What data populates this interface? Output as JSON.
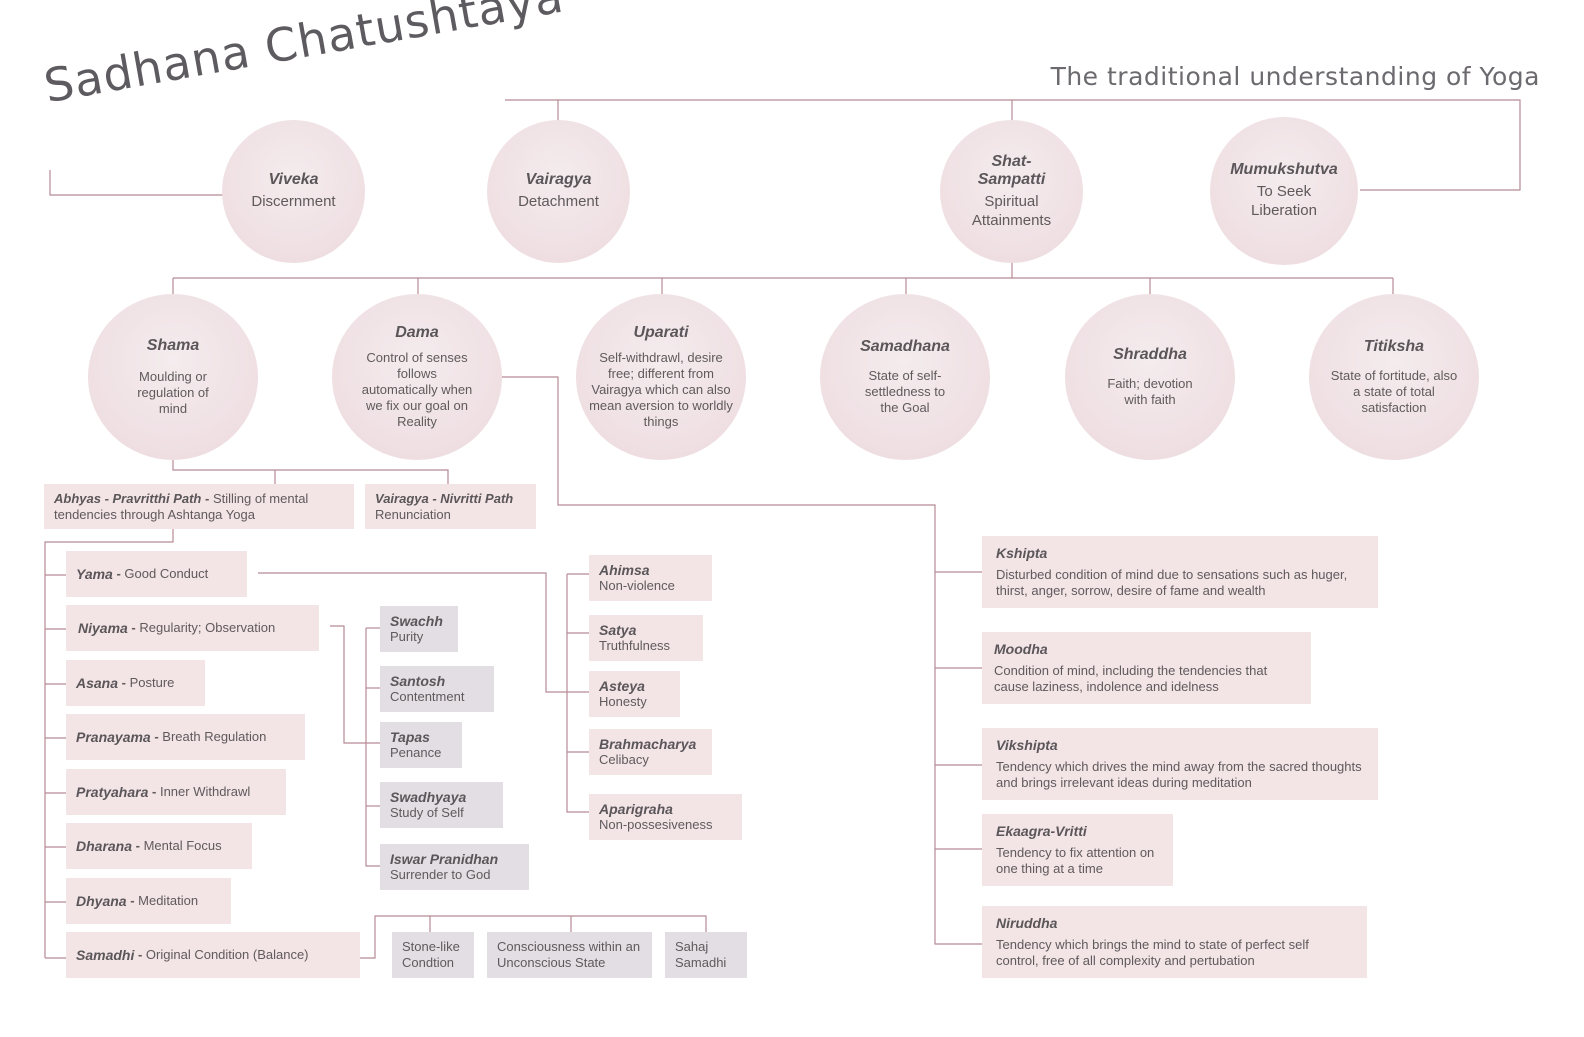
{
  "title": "Sadhana Chatushtaya",
  "subtitle": "The traditional understanding of Yoga",
  "pillars": [
    {
      "name": "Viveka",
      "desc": "Discernment"
    },
    {
      "name": "Vairagya",
      "desc": "Detachment"
    },
    {
      "name": "Shat-Sampatti",
      "desc": "Spiritual Attainments"
    },
    {
      "name": "Mumukshutva",
      "desc": "To Seek Liberation"
    }
  ],
  "sampatti": [
    {
      "name": "Shama",
      "desc": "Moulding or regulation of mind"
    },
    {
      "name": "Dama",
      "desc": "Control of senses follows automatically when we fix our goal on Reality"
    },
    {
      "name": "Uparati",
      "desc": "Self-withdrawl, desire free; different from Vairagya which can also mean aversion to worldly things"
    },
    {
      "name": "Samadhana",
      "desc": "State of self-settledness to the Goal"
    },
    {
      "name": "Shraddha",
      "desc": "Faith; devotion with faith"
    },
    {
      "name": "Titiksha",
      "desc": "State of fortitude, also a state of total satisfaction"
    }
  ],
  "paths": [
    {
      "name": "Abhyas - Pravritthi Path",
      "sep": " - ",
      "desc": "Stilling of mental tendencies through Ashtanga Yoga"
    },
    {
      "name": "Vairagya - Nivritti Path",
      "desc": "Renunciation"
    }
  ],
  "limbs": [
    {
      "name": "Yama",
      "sep": " - ",
      "desc": "Good Conduct"
    },
    {
      "name": "Niyama",
      "sep": " - ",
      "desc": "Regularity; Observation"
    },
    {
      "name": "Asana",
      "sep": " - ",
      "desc": "Posture"
    },
    {
      "name": "Pranayama",
      "sep": " - ",
      "desc": "Breath Regulation"
    },
    {
      "name": "Pratyahara",
      "sep": " - ",
      "desc": "Inner Withdrawl"
    },
    {
      "name": "Dharana",
      "sep": " - ",
      "desc": "Mental Focus"
    },
    {
      "name": "Dhyana",
      "sep": " - ",
      "desc": "Meditation"
    },
    {
      "name": "Samadhi",
      "sep": " - ",
      "desc": "Original Condition (Balance)"
    }
  ],
  "niyamas": [
    {
      "name": "Swachh",
      "desc": "Purity"
    },
    {
      "name": "Santosh",
      "desc": "Contentment"
    },
    {
      "name": "Tapas",
      "desc": "Penance"
    },
    {
      "name": "Swadhyaya",
      "desc": "Study of Self"
    },
    {
      "name": "Iswar Pranidhan",
      "desc": "Surrender to God"
    }
  ],
  "yamas": [
    {
      "name": "Ahimsa",
      "desc": "Non-violence"
    },
    {
      "name": "Satya",
      "desc": "Truthfulness"
    },
    {
      "name": "Asteya",
      "desc": "Honesty"
    },
    {
      "name": "Brahmacharya",
      "desc": "Celibacy"
    },
    {
      "name": "Aparigraha",
      "desc": "Non-possesiveness"
    }
  ],
  "samadhi_types": [
    {
      "text": "Stone-like Condtion"
    },
    {
      "text": "Consciousness within an Unconscious State"
    },
    {
      "text": "Sahaj Samadhi"
    }
  ],
  "mind_states": [
    {
      "name": "Kshipta",
      "desc": "Disturbed condition of mind due to sensations such as huger, thirst, anger, sorrow, desire of fame and wealth"
    },
    {
      "name": "Moodha",
      "desc": "Condition of mind, including the tendencies that cause laziness, indolence and idelness"
    },
    {
      "name": "Vikshipta",
      "desc": "Tendency which drives the mind away from the sacred thoughts and brings irrelevant ideas during meditation"
    },
    {
      "name": "Ekaagra-Vritti",
      "desc": "Tendency to fix attention on one thing at a time"
    },
    {
      "name": "Niruddha",
      "desc": "Tendency which brings the mind to state of perfect self control, free of all complexity and pertubation"
    }
  ],
  "colors": {
    "line": "#b88a97",
    "pink_box": "#f3e4e6",
    "grey_box": "#e3dee3",
    "circle": "#efdfe3",
    "text": "#5f5a5c"
  }
}
